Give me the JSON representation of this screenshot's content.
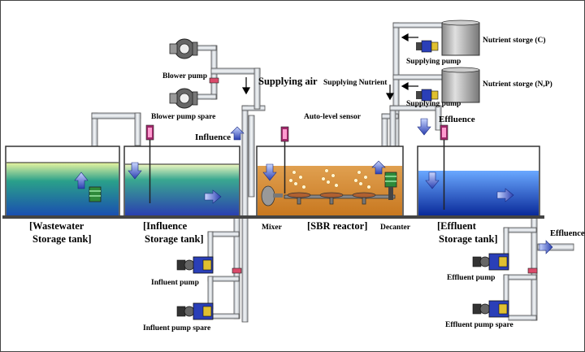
{
  "labels": {
    "blower_pump": "Blower pump",
    "blower_pump_spare": "Blower pump spare",
    "supplying_air": "Supplying air",
    "influence": "Influence",
    "auto_level_sensor": "Auto-level sensor",
    "supplying_nutrient": "Supplying Nutrient",
    "nutrient_c": "Nutrient storge (C)",
    "nutrient_np": "Nutrient storge (N,P)",
    "supplying_pump_1": "Supplying pump",
    "supplying_pump_2": "Supplying pump",
    "effluence_top": "Effluence",
    "effluence_right": "Effluence",
    "mixer": "Mixer",
    "decanter": "Decanter",
    "influent_pump": "Influent pump",
    "influent_pump_spare": "Influent pump spare",
    "effluent_pump": "Effluent pump",
    "effluent_pump_spare": "Effluent pump spare"
  },
  "tanks": {
    "wastewater_1": "[Wastewater",
    "wastewater_2": "Storage tank]",
    "influence_1": "[Influence",
    "influence_2": "Storage tank]",
    "sbr": "[SBR reactor]",
    "effluent_1": "[Effluent",
    "effluent_2": "Storage tank]"
  },
  "colors": {
    "pipe": "#d9dde2",
    "water_green": "#2aa08a",
    "water_blue": "#1a3fb0",
    "sludge": "#d98a2a",
    "pump_blue": "#2a3fb8",
    "sensor": "#a0286a",
    "valve": "#d94a6a"
  }
}
